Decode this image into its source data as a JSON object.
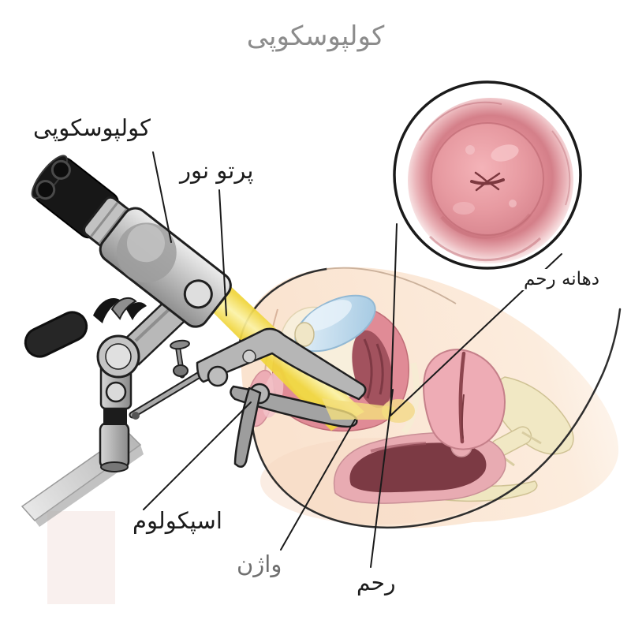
{
  "title": "کولپوسکوپی",
  "labels": {
    "colposcope": "کولپوسکوپی",
    "light_beam": "پرتو نور",
    "cervix": "دهانه رحم",
    "speculum": "اسپکولوم",
    "vagina": "واژن",
    "uterus": "رحم"
  },
  "colors": {
    "title_gray": "#8c8c8c",
    "label_black": "#1c1c1c",
    "vagina_label_gray": "#6f6f6f",
    "beam_yellow": "#f2d83e",
    "skin_peach": "#fae3cf",
    "cervix_pink": "#e2949b",
    "instrument_gray": "#b6b6b6",
    "bladder_blue": "#bcd6ea",
    "bone_cream": "#f1e8c4",
    "rectum_dark": "#7c3a44",
    "outline_black": "#1a1a1a"
  }
}
